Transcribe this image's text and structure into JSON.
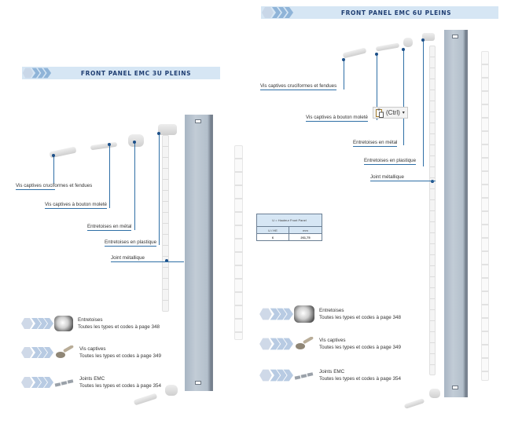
{
  "left_section": {
    "banner_title": "FRONT PANEL EMC 3U PLEINS",
    "callouts": [
      "Vis captives cruciformes et fendues",
      "Vis captives à bouton moleté",
      "Entretoises en métal",
      "Entretoises en plastique",
      "Joint métallique"
    ],
    "references": [
      {
        "icon": "spacer-icon",
        "title": "Entretoises",
        "subtitle": "Toutes les types et codes à page 348"
      },
      {
        "icon": "captive-screw-icon",
        "title": "Vis captives",
        "subtitle": "Toutes les types et codes à page 349"
      },
      {
        "icon": "emc-gasket-icon",
        "title": "Joints EMC",
        "subtitle": "Toutes les types et codes à page 354"
      }
    ]
  },
  "right_section": {
    "banner_title": "FRONT PANEL EMC 6U PLEINS",
    "callouts": [
      "Vis captives cruciformes et fendues",
      "Vis captives à bouton moleté",
      "Entretoises en métal",
      "Entretoises en plastique",
      "Joint métallique"
    ],
    "references": [
      {
        "icon": "spacer-icon",
        "title": "Entretoises",
        "subtitle": "Toutes les types et codes à page 348"
      },
      {
        "icon": "captive-screw-icon",
        "title": "Vis captives",
        "subtitle": "Toutes les types et codes à page 349"
      },
      {
        "icon": "emc-gasket-icon",
        "title": "Joints EMC",
        "subtitle": "Toutes les types et codes à page 354"
      }
    ]
  },
  "spec_table": {
    "title": "U = Hauteur Front Panel",
    "headers": [
      "U / HE",
      "mm"
    ],
    "rows": [
      [
        "6",
        "261,75"
      ]
    ]
  },
  "paste_options": {
    "label": "(Ctrl)",
    "icon": "clipboard-paste-icon"
  },
  "colors": {
    "banner_bg": "#d6e6f4",
    "banner_text": "#1f3e72",
    "chevron": "#8fb4d8",
    "callout_line": "#2f6fa6"
  }
}
